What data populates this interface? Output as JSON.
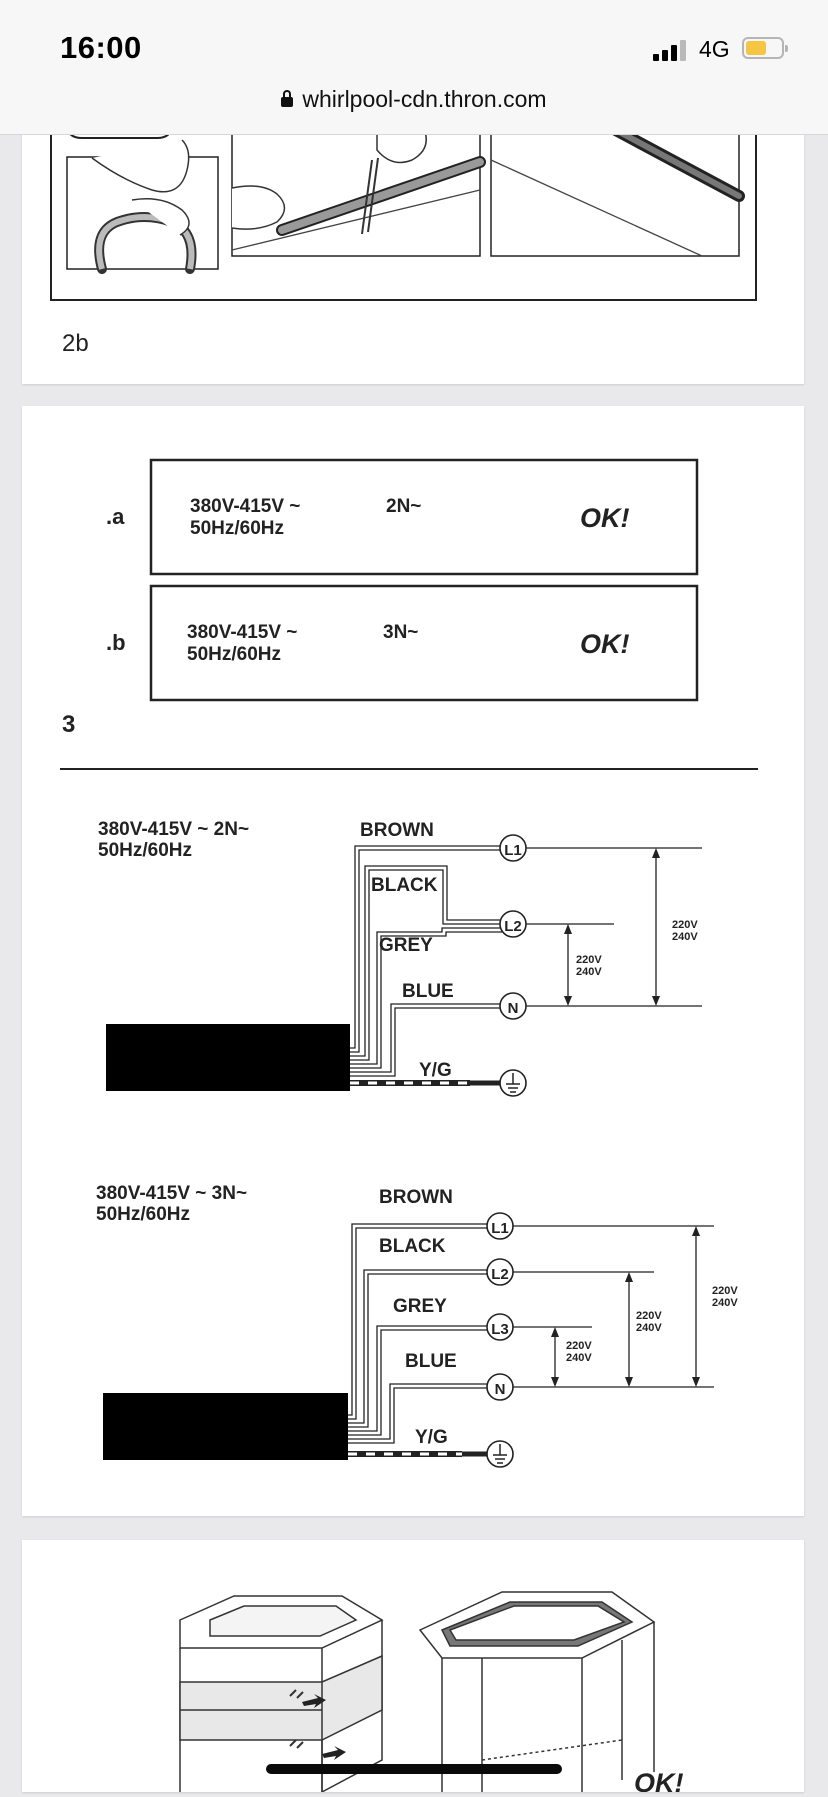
{
  "status": {
    "time": "16:00",
    "network": "4G",
    "battery_color": "#f6c544"
  },
  "browser": {
    "url": "whirlpool-cdn.thron.com"
  },
  "figure_2b": {
    "label": "2b"
  },
  "figure_3": {
    "label": "3",
    "table": [
      {
        "id": ".a",
        "voltage": "380V-415V ~",
        "freq": "50Hz/60Hz",
        "phase": "2N~",
        "result": "OK!"
      },
      {
        "id": ".b",
        "voltage": "380V-415V ~",
        "freq": "50Hz/60Hz",
        "phase": "3N~",
        "result": "OK!"
      }
    ],
    "diagram_2n": {
      "supply_line1": "380V-415V ~  2N~",
      "supply_line2": "50Hz/60Hz",
      "wires": [
        "BROWN",
        "BLACK",
        "GREY",
        "BLUE",
        "Y/G"
      ],
      "terminals": [
        "L1",
        "L2",
        "N"
      ],
      "v_top": "220V",
      "v_bot": "240V"
    },
    "diagram_3n": {
      "supply_line1": "380V-415V ~  3N~",
      "supply_line2": "50Hz/60Hz",
      "wires": [
        "BROWN",
        "BLACK",
        "GREY",
        "BLUE",
        "Y/G"
      ],
      "terminals": [
        "L1",
        "L2",
        "L3",
        "N"
      ],
      "v_top": "220V",
      "v_bot": "240V"
    }
  },
  "figure_4": {
    "partial_label": "OK!"
  }
}
